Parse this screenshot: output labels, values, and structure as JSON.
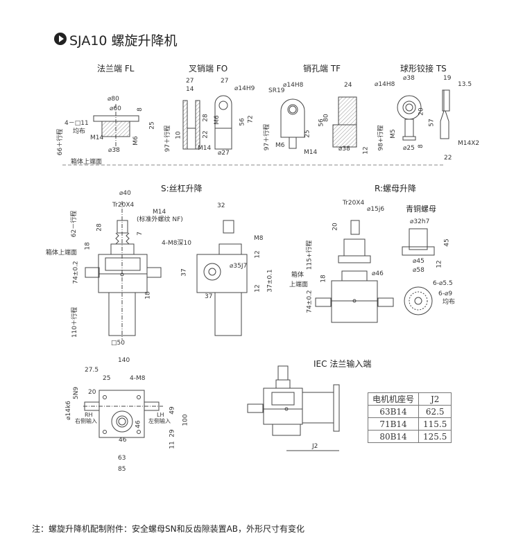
{
  "title": "SJA10 螺旋升降机",
  "fl": {
    "title": "法兰端 FL",
    "d80": "⌀80",
    "d60": "⌀60",
    "h8": "8",
    "holes": "4－□11",
    "even": "均布",
    "h25": "25",
    "m14": "M14",
    "m6": "M6",
    "d38": "⌀38",
    "stroke": "66＋行程",
    "ref": "箱体上端面"
  },
  "fo": {
    "title": "叉销端 FO",
    "w27a": "27",
    "w14": "14",
    "w27b": "27",
    "d14h9": "⌀14H9",
    "h28": "28",
    "m6": "M6",
    "h56": "56",
    "h72": "72",
    "h10": "10",
    "h22": "22",
    "m14": "M14",
    "d27": "⌀27",
    "stroke": "97＋行程"
  },
  "tf": {
    "title": "销孔端 TF",
    "d14h8": "⌀14H8",
    "sr19": "SR19",
    "w24": "24",
    "h56": "56",
    "h80": "80",
    "h25": "25",
    "stroke": "97＋行程",
    "m6": "M6",
    "m14": "M14",
    "d38": "⌀38",
    "h12": "12"
  },
  "ts": {
    "title": "球形铰接 TS",
    "d38": "⌀38",
    "w19": "19",
    "d14h8": "⌀14H8",
    "w135": "13.5",
    "h20": "20",
    "h57": "57",
    "m5": "M5",
    "stroke": "98+行程",
    "d25": "⌀25",
    "h8": "8",
    "m14x2": "M14X2",
    "w22": "22"
  },
  "s": {
    "title": "S:丝杠升降",
    "d40": "⌀40",
    "tr": "Tr20X4",
    "m14": "M14",
    "m14note": "(标准外螺纹 NF)",
    "h28": "28",
    "stroke62": "62－行程",
    "h7": "7",
    "h18a": "18",
    "ref": "箱体上端面",
    "h74": "74±0.2",
    "h18b": "18",
    "stroke110": "110＋行程",
    "sq50": "□50",
    "w32": "32",
    "m8": "M8",
    "holes": "4-M8深10",
    "h12a": "12",
    "d35": "⌀35J7",
    "h37": "37",
    "h37tol": "37±0.1",
    "h12b": "12",
    "w37": "37"
  },
  "r": {
    "title": "R:螺母升降",
    "tr": "Tr20X4",
    "d15": "⌀15j6",
    "nut_title": "青铜螺母",
    "d32": "⌀32h7",
    "h20": "20",
    "h45": "45",
    "stroke115": "115+行程",
    "d45": "⌀45",
    "h12": "12",
    "d58": "⌀58",
    "d46": "⌀46",
    "h18": "18",
    "ref1": "箱体",
    "ref2": "上端面",
    "holes55": "6-⌀5.5",
    "holes9": "6-⌀9",
    "even": "均布",
    "h74": "74±0.2"
  },
  "top": {
    "w140": "140",
    "w275": "27.5",
    "w25": "25",
    "m8": "4-M8",
    "k5n9": "5N9",
    "w20": "20",
    "d14k6": "⌀14k6",
    "rh": "RH",
    "rh_label": "右侧输入",
    "lh": "LH",
    "lh_label": "左侧输入",
    "h49": "49",
    "h100": "100",
    "h46v": "46",
    "h29": "29",
    "h11": "11",
    "w46": "46",
    "w63": "63",
    "w85": "85"
  },
  "iec": {
    "title": "IEC 法兰输入端",
    "j2": "J2",
    "table": {
      "headers": [
        "电机机座号",
        "J2"
      ],
      "rows": [
        [
          "63B14",
          "62.5"
        ],
        [
          "71B14",
          "115.5"
        ],
        [
          "80B14",
          "125.5"
        ]
      ]
    }
  },
  "note": "注：螺旋升降机配制附件：安全螺母SN和反齿隙装置AB，外形尺寸有变化"
}
